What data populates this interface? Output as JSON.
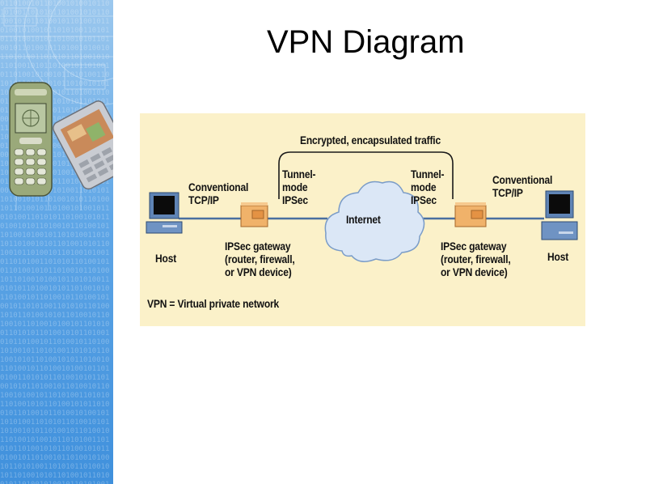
{
  "slide": {
    "title": "VPN Diagram"
  },
  "decoration": {
    "binary_text": "0110100101101001010010110101001101010110100101011010010101101001011010010110100101001011010100110101011010010101101001010110100101101001011010010100101101010011010101101001010110100101011010010110100101101001010010110101001101010110100101011010010101101001011010010110100101001011010100110101011010010101101001010110100101101001011010010100101101010011010101101001010110100101011010010110100101101001010010110101001101010110100101011010010101101001011010010110100101001011010100110101011010010101101001010110100101101001011010010100101101010011010101101001010110100101011010010110100101101001010010110101001101010110100101011010010101101001011010010110100101001011010100110101011010010101101001010110100101101001011010010100101101010011010101101001010110100101011010010110100101101001010010110101001101010110100101011010010101101001011010010110100101001011010100110101011010010101101001010110100101101001011010010100101101010011010101101001010110100101011010010110100101101001010010110101001101010110100101011010010101101001011010010110100101001011010100110101011010010101101001010110100101101001011010010100101101010011010101101001010110100101011010010110100101101001010010110101001101010110100101011010010101101001011010010110100101001011010100110101011010010101101001010110100101101001011010010100101101010011010101101001010110100101011010010110100101101001010010110101001101010110100101011010010101101001"
  },
  "diagram": {
    "colors": {
      "background": "#fbf1c9",
      "line": "#4a6fa0",
      "cloud": "#dbe7f6",
      "gateway": "#f0b26a"
    },
    "labels": {
      "traffic": "Encrypted, encapsulated traffic",
      "tcpip_left": "Conventional\nTCP/IP",
      "tcpip_right": "Conventional\nTCP/IP",
      "tunnel_left": "Tunnel-\nmode\nIPSec",
      "tunnel_right": "Tunnel-\nmode\nIPSec",
      "internet": "Internet",
      "host_left": "Host",
      "host_right": "Host",
      "gateway_left": "IPSec gateway\n(router, firewall,\nor VPN device)",
      "gateway_right": "IPSec gateway\n(router, firewall,\nor VPN device)",
      "legend": "VPN = Virtual private network"
    }
  }
}
